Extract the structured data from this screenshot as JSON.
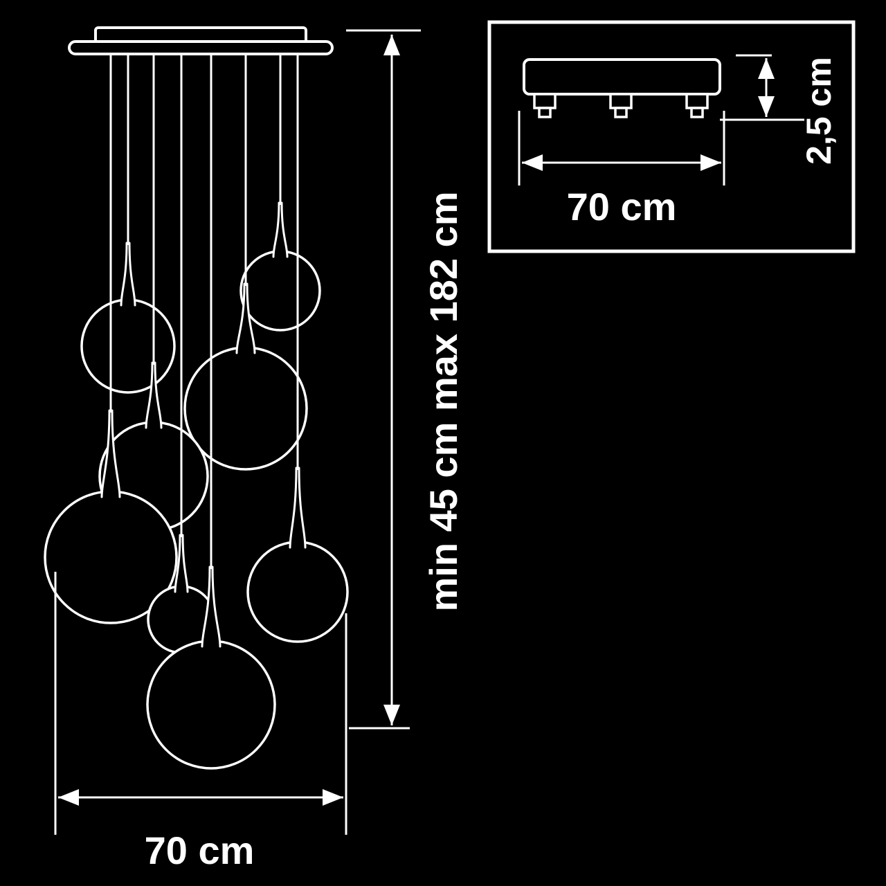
{
  "diagram": {
    "pendant_count": 8,
    "colors": {
      "background": "#000000",
      "line": "#ffffff"
    },
    "main_view": {
      "height_label": "min 45 cm max 182 cm",
      "width_label": "70 cm"
    },
    "inset_view": {
      "width_label": "70 cm",
      "height_label": "2,5 cm"
    }
  }
}
